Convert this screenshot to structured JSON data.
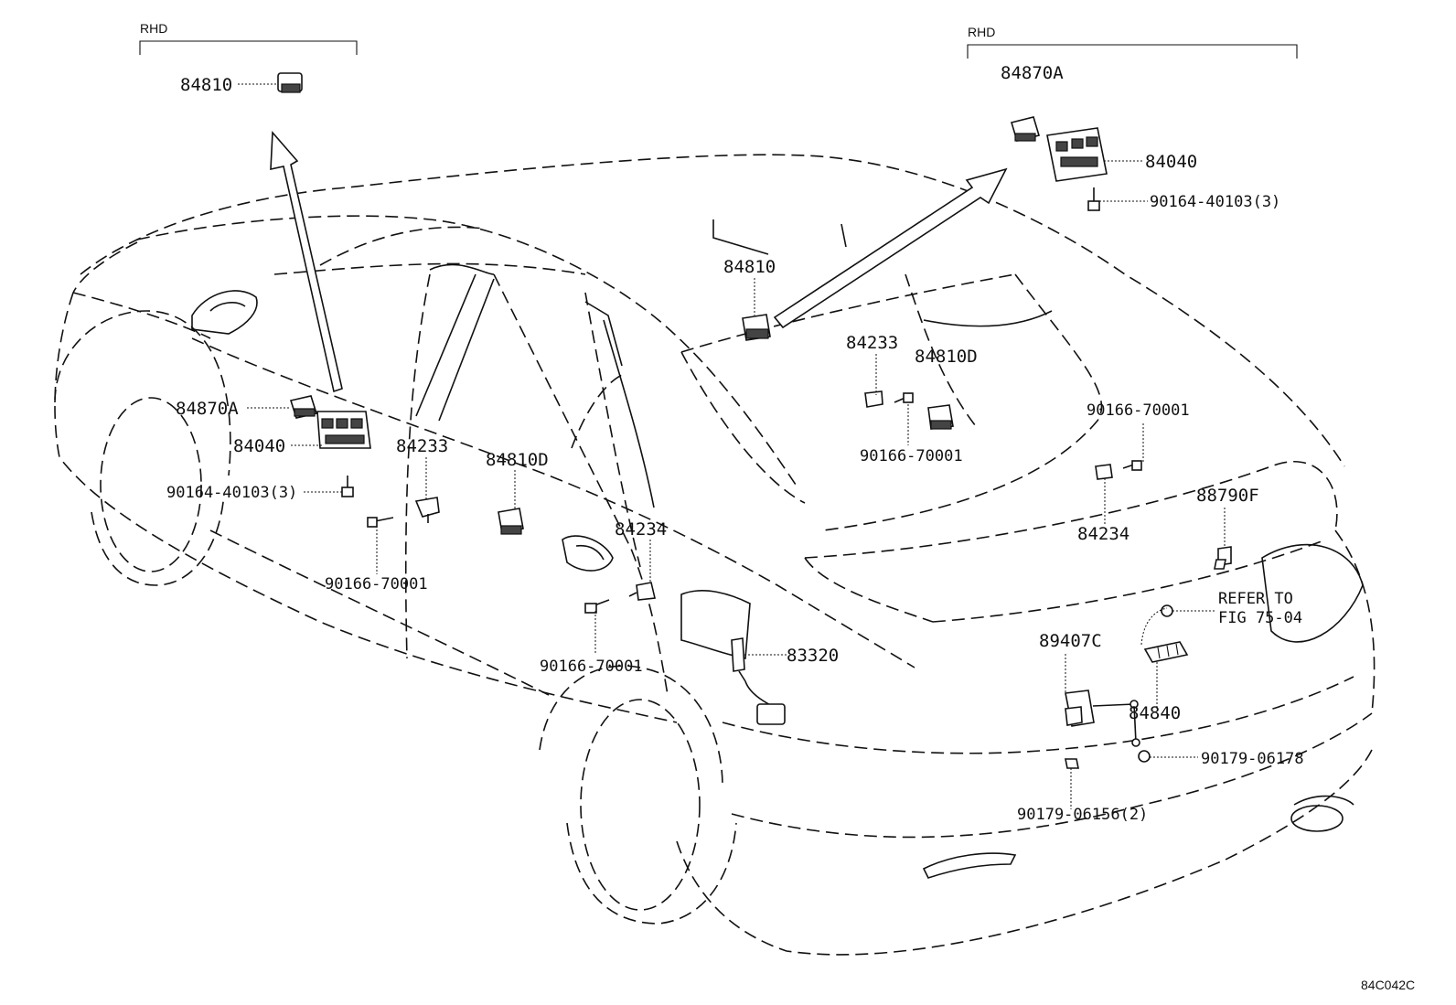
{
  "diagram_code": "84C042C",
  "rhd_label": "RHD",
  "parts": [
    {
      "key": "p1",
      "text": "84810"
    },
    {
      "key": "p2",
      "text": "84870A"
    },
    {
      "key": "p3",
      "text": "84040"
    },
    {
      "key": "p4",
      "text": "90164-40103(3)"
    },
    {
      "key": "p5",
      "text": "84870A"
    },
    {
      "key": "p6",
      "text": "84040"
    },
    {
      "key": "p7",
      "text": "90164-40103(3)"
    },
    {
      "key": "p8",
      "text": "84810"
    },
    {
      "key": "p9",
      "text": "84233"
    },
    {
      "key": "p10",
      "text": "84810D"
    },
    {
      "key": "p11",
      "text": "90166-70001"
    },
    {
      "key": "p12",
      "text": "84233"
    },
    {
      "key": "p13",
      "text": "84810D"
    },
    {
      "key": "p14",
      "text": "90166-70001"
    },
    {
      "key": "p15",
      "text": "84234"
    },
    {
      "key": "p16",
      "text": "90166-70001"
    },
    {
      "key": "p17",
      "text": "83320"
    },
    {
      "key": "p18",
      "text": "90166-70001"
    },
    {
      "key": "p19",
      "text": "84234"
    },
    {
      "key": "p20",
      "text": "88790F"
    },
    {
      "key": "p21",
      "text": "89407C"
    },
    {
      "key": "p22",
      "text": "84840"
    },
    {
      "key": "p23",
      "text": "90179-06178"
    },
    {
      "key": "p24",
      "text": "90179-06156(2)"
    }
  ],
  "refer_note": {
    "line1": "REFER TO",
    "line2": "FIG 75-04"
  }
}
